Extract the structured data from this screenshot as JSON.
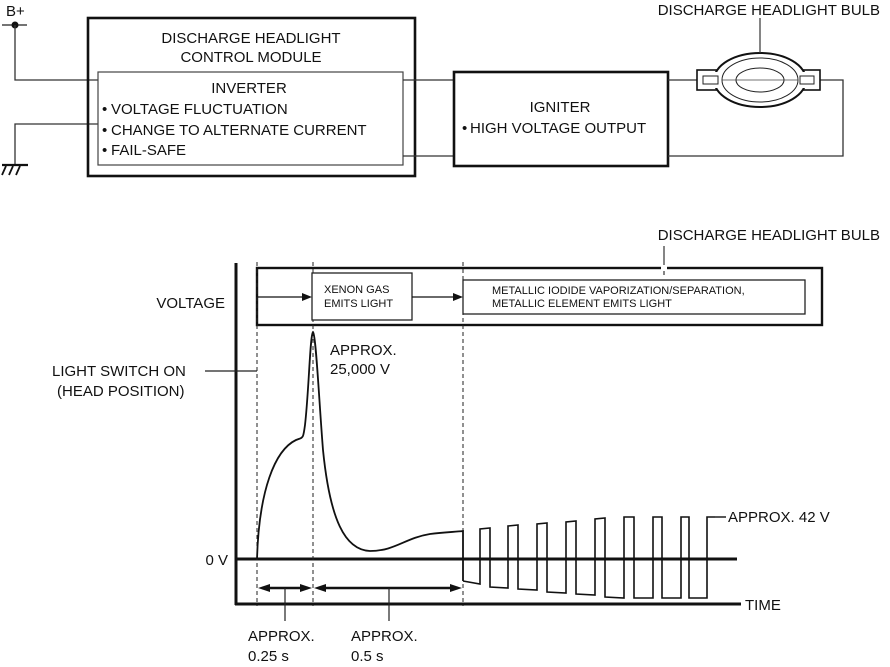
{
  "circuit": {
    "battery_label": "B+",
    "control_module": {
      "title_line1": "DISCHARGE HEADLIGHT",
      "title_line2": "CONTROL MODULE"
    },
    "inverter": {
      "title": "INVERTER",
      "functions": [
        "VOLTAGE FLUCTUATION",
        "CHANGE TO ALTERNATE CURRENT",
        "FAIL-SAFE"
      ]
    },
    "igniter": {
      "title": "IGNITER",
      "functions": [
        "HIGH VOLTAGE OUTPUT"
      ]
    },
    "bulb_label": "DISCHARGE HEADLIGHT BULB",
    "bullet": "•",
    "icons": {
      "battery": "battery-terminal-icon",
      "ground": "ground-icon",
      "bulb": "discharge-bulb-icon"
    }
  },
  "timing": {
    "bulb_label": "DISCHARGE HEADLIGHT BULB",
    "voltage_label": "VOLTAGE",
    "stage1_line1": "XENON GAS",
    "stage1_line2": "EMITS LIGHT",
    "stage2_line1": "METALLIC IODIDE VAPORIZATION/SEPARATION,",
    "stage2_line2": "METALLIC ELEMENT EMITS LIGHT",
    "switch_line1": "LIGHT SWITCH ON",
    "switch_line2": "(HEAD POSITION)",
    "peak_line1": "APPROX.",
    "peak_line2": "25,000 V",
    "zero_label": "0 V",
    "steady_label": "APPROX. 42 V",
    "time_label": "TIME",
    "interval1_line1": "APPROX.",
    "interval1_line2": "0.25 s",
    "interval2_line1": "APPROX.",
    "interval2_line2": "0.5 s"
  }
}
